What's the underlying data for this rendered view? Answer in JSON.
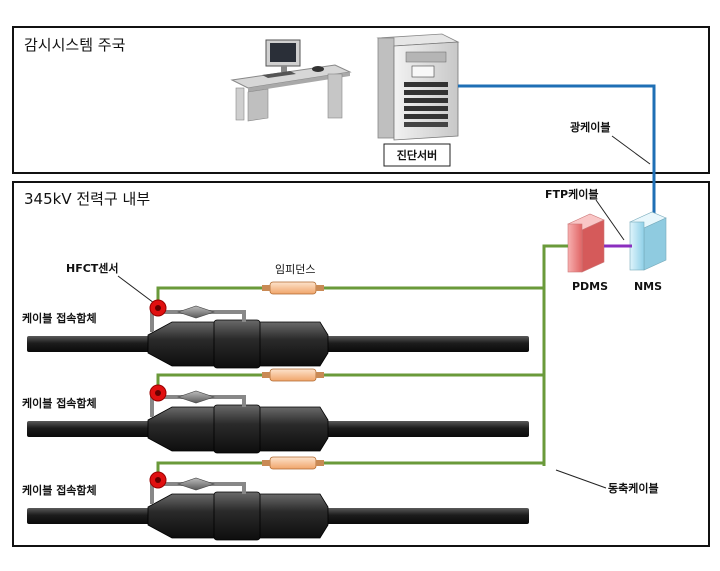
{
  "top_panel": {
    "title": "감시시스템 주국"
  },
  "bottom_panel": {
    "title": "345kV 전력구 내부"
  },
  "labels": {
    "diag_server": "진단서버",
    "optical_cable": "광케이블",
    "ftp_cable": "FTP케이블",
    "pdms": "PDMS",
    "nms": "NMS",
    "hfct_sensor": "HFCT센서",
    "impedance": "임피던스",
    "coax_cable": "동축케이블"
  },
  "joints": [
    {
      "label": "케이블 접속함체"
    },
    {
      "label": "케이블 접속함체"
    },
    {
      "label": "케이블 접속함체"
    }
  ],
  "colors": {
    "fiber": "#1f6fb5",
    "coax": "#6a9a3a",
    "ftp": "#8b2fbf",
    "sensor": "#e01010",
    "impedance": "#f3b07a",
    "pdms": "#f08080",
    "nms": "#9fd8ee"
  }
}
